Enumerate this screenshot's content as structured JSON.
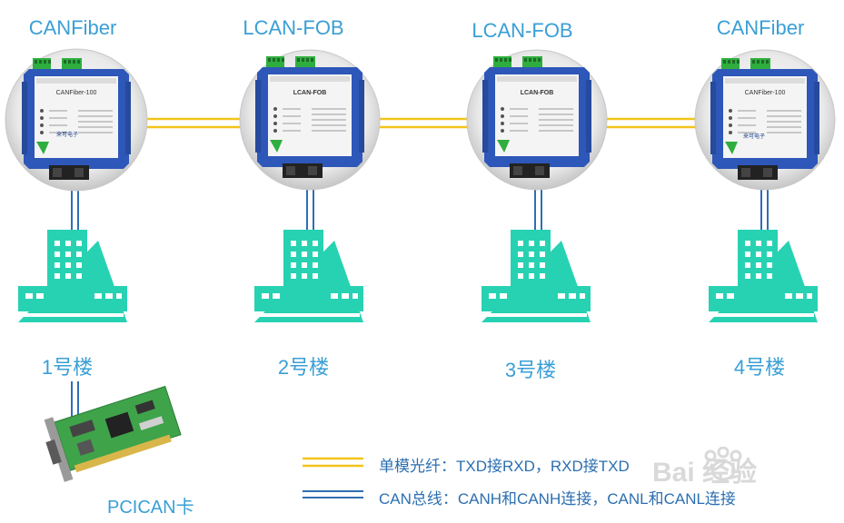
{
  "nodes": [
    {
      "title": "CANFiber",
      "model": "CANFiber-100",
      "building": "1号楼"
    },
    {
      "title": "LCAN-FOB",
      "model": "LCAN-FOB",
      "building": "2号楼"
    },
    {
      "title": "LCAN-FOB",
      "model": "LCAN-FOB",
      "building": "3号楼"
    },
    {
      "title": "CANFiber",
      "model": "CANFiber-100",
      "building": "4号楼"
    }
  ],
  "device_brand": "来可电子",
  "card": {
    "label": "PCICAN卡"
  },
  "legend": {
    "fiber": {
      "text": "单模光纤：TXD接RXD，RXD接TXD",
      "color": "#f2c419"
    },
    "can": {
      "text": "CAN总线：CANH和CANH连接，CANL和CANL连接",
      "color": "#2f6fb4"
    }
  },
  "colors": {
    "title_text": "#3a9fd6",
    "building": "#27d2b2",
    "device_body": "#2d57b8",
    "terminal": "#2fae3f"
  },
  "watermark": {
    "text": "Bai 经验"
  }
}
